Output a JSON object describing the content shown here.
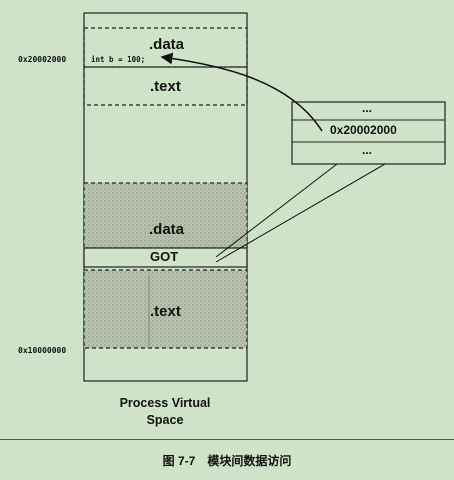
{
  "address_labels": {
    "top": "0x20002000",
    "bottom": "0x10000000"
  },
  "upper_segments": {
    "data": ".data",
    "text": ".text",
    "code": "int b = 100;"
  },
  "lower_segments": {
    "data": ".data",
    "got": "GOT",
    "text": ".text"
  },
  "got_table": {
    "top": "...",
    "address": "0x20002000",
    "bottom": "..."
  },
  "space_label": "Process Virtual Space",
  "caption": "图 7-7　模块间数据访问",
  "colors": {
    "background": "#cfe3c9",
    "stipple": "#a8b39f",
    "line": "#111111"
  }
}
